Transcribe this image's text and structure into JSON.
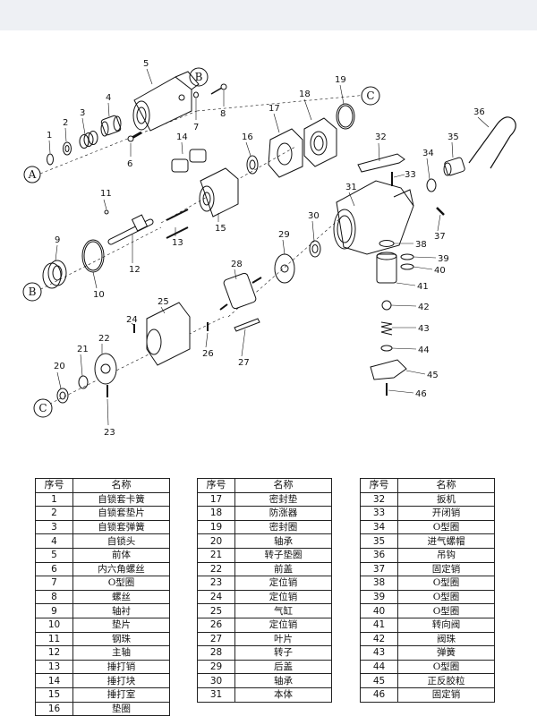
{
  "diagram": {
    "reference_letters": [
      "A",
      "B",
      "C"
    ],
    "callouts": [
      "1",
      "2",
      "3",
      "4",
      "5",
      "6",
      "7",
      "8",
      "9",
      "10",
      "11",
      "12",
      "13",
      "14",
      "15",
      "16",
      "17",
      "18",
      "19",
      "20",
      "21",
      "22",
      "23",
      "24",
      "25",
      "26",
      "27",
      "28",
      "29",
      "30",
      "31",
      "32",
      "33",
      "34",
      "35",
      "36",
      "37",
      "38",
      "39",
      "40",
      "41",
      "42",
      "43",
      "44",
      "45",
      "46"
    ]
  },
  "table": {
    "header_no": "序号",
    "header_name": "名称",
    "columns": [
      [
        {
          "no": "1",
          "name": "自锁套卡簧"
        },
        {
          "no": "2",
          "name": "自锁套垫片"
        },
        {
          "no": "3",
          "name": "自锁套弹簧"
        },
        {
          "no": "4",
          "name": "自锁头"
        },
        {
          "no": "5",
          "name": "前体"
        },
        {
          "no": "6",
          "name": "内六角螺丝"
        },
        {
          "no": "7",
          "name": "O型圈"
        },
        {
          "no": "8",
          "name": "螺丝"
        },
        {
          "no": "9",
          "name": "轴衬"
        },
        {
          "no": "10",
          "name": "垫片"
        },
        {
          "no": "11",
          "name": "钢珠"
        },
        {
          "no": "12",
          "name": "主轴"
        },
        {
          "no": "13",
          "name": "捶打销"
        },
        {
          "no": "14",
          "name": "捶打块"
        },
        {
          "no": "15",
          "name": "捶打室"
        },
        {
          "no": "16",
          "name": "垫圈"
        }
      ],
      [
        {
          "no": "17",
          "name": "密封垫"
        },
        {
          "no": "18",
          "name": "防涨器"
        },
        {
          "no": "19",
          "name": "密封圈"
        },
        {
          "no": "20",
          "name": "轴承"
        },
        {
          "no": "21",
          "name": "转子垫圈"
        },
        {
          "no": "22",
          "name": "前盖"
        },
        {
          "no": "23",
          "name": "定位销"
        },
        {
          "no": "24",
          "name": "定位销"
        },
        {
          "no": "25",
          "name": "气缸"
        },
        {
          "no": "26",
          "name": "定位销"
        },
        {
          "no": "27",
          "name": "叶片"
        },
        {
          "no": "28",
          "name": "转子"
        },
        {
          "no": "29",
          "name": "后盖"
        },
        {
          "no": "30",
          "name": "轴承"
        },
        {
          "no": "31",
          "name": "本体"
        }
      ],
      [
        {
          "no": "32",
          "name": "扳机"
        },
        {
          "no": "33",
          "name": "开闭销"
        },
        {
          "no": "34",
          "name": "O型圈"
        },
        {
          "no": "35",
          "name": "进气螺帽"
        },
        {
          "no": "36",
          "name": "吊钩"
        },
        {
          "no": "37",
          "name": "固定销"
        },
        {
          "no": "38",
          "name": "O型圈"
        },
        {
          "no": "39",
          "name": "O型圈"
        },
        {
          "no": "40",
          "name": "O型圈"
        },
        {
          "no": "41",
          "name": "转向阀"
        },
        {
          "no": "42",
          "name": "阀珠"
        },
        {
          "no": "43",
          "name": "弹簧"
        },
        {
          "no": "44",
          "name": "O型圈"
        },
        {
          "no": "45",
          "name": "正反胶粒"
        },
        {
          "no": "46",
          "name": "固定销"
        }
      ]
    ]
  }
}
